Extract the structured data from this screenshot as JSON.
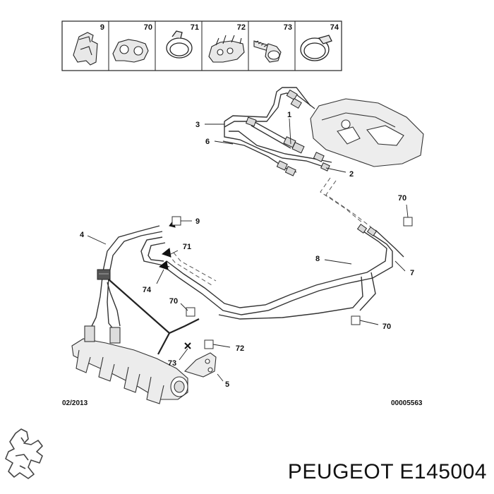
{
  "legend": {
    "items": [
      {
        "number": "9"
      },
      {
        "number": "70"
      },
      {
        "number": "71"
      },
      {
        "number": "72"
      },
      {
        "number": "73"
      },
      {
        "number": "74"
      }
    ]
  },
  "callouts": {
    "c1": "1",
    "c2": "2",
    "c3": "3",
    "c6": "6",
    "c70a": "70",
    "c9": "9",
    "c4": "4",
    "c71": "71",
    "c8": "8",
    "c7": "7",
    "c74": "74",
    "c70b": "70",
    "c70c": "70",
    "c72": "72",
    "c73": "73",
    "c5": "5"
  },
  "footer": {
    "date": "02/2013",
    "reference": "00005563"
  },
  "brand": {
    "logo": "peugeot-lion-logo",
    "title": "PEUGEOT E145004"
  }
}
